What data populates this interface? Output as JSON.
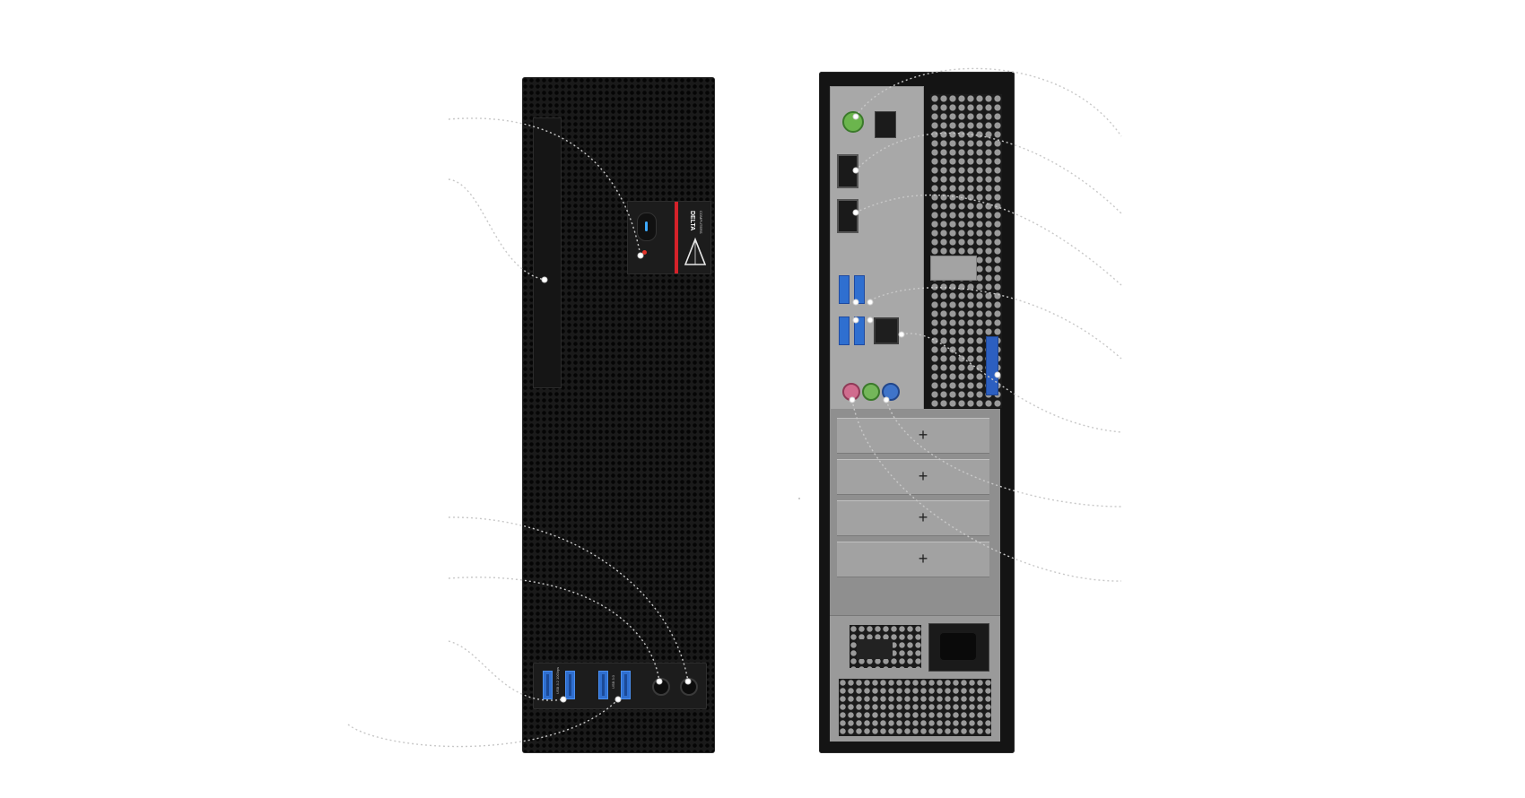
{
  "front": {
    "brand_line1": "DELTA",
    "brand_line2": "COMPUTERS",
    "usb_labels": [
      "USB 3.2 10Gbps",
      "USB 3.0"
    ]
  },
  "colors": {
    "case": "#1a1a1a",
    "usb_blue": "#2f6fd0",
    "accent_red": "#d5222a",
    "power_led": "#3da9ff",
    "shield_grey": "#a8a8a8",
    "callout": "#c8c8c8"
  },
  "icons": {
    "logo": "delta-triangle-icon",
    "power": "power-button-icon",
    "screw": "screw-cross-icon"
  }
}
